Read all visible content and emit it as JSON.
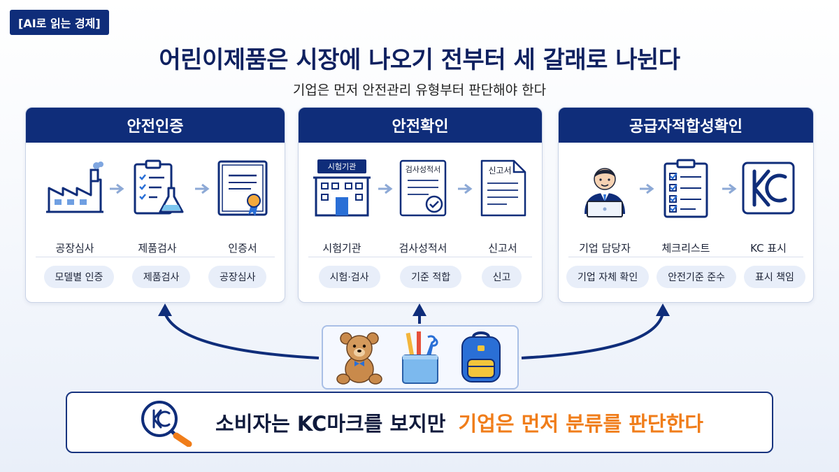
{
  "tag": "[AI로 읽는 경제]",
  "title": "어린이제품은 시장에 나오기 전부터 세 갈래로 나뉜다",
  "subtitle": "기업은 먼저 안전관리 유형부터 판단해야 한다",
  "cards": [
    {
      "title": "안전인증",
      "steps": [
        {
          "label": "공장심사",
          "icon": "factory-icon"
        },
        {
          "label": "제품검사",
          "icon": "checklist-flask-icon"
        },
        {
          "label": "인증서",
          "icon": "certificate-icon"
        }
      ],
      "pills": [
        "모델별 인증",
        "제품검사",
        "공장심사"
      ]
    },
    {
      "title": "안전확인",
      "steps": [
        {
          "label": "시험기관",
          "icon": "building-icon",
          "sign": "시험기관"
        },
        {
          "label": "검사성적서",
          "icon": "report-icon",
          "doc_text": "검사성적서"
        },
        {
          "label": "신고서",
          "icon": "document-icon",
          "doc_text": "신고서"
        }
      ],
      "pills": [
        "시험·검사",
        "기준 적합",
        "신고"
      ]
    },
    {
      "title": "공급자적합성확인",
      "steps": [
        {
          "label": "기업 담당자",
          "icon": "person-laptop-icon"
        },
        {
          "label": "체크리스트",
          "icon": "checklist-icon"
        },
        {
          "label": "KC 표시",
          "icon": "kc-mark-icon"
        }
      ],
      "pills": [
        "기업 자체 확인",
        "안전기준 준수",
        "표시 책임"
      ]
    }
  ],
  "products": [
    "teddy-bear-icon",
    "pencil-cup-icon",
    "backpack-icon"
  ],
  "bottom": {
    "text_main": "소비자는 KC마크를 보지만",
    "text_highlight": "기업은 먼저 분류를 판단한다",
    "icon": "kc-magnifier-icon"
  },
  "colors": {
    "navy": "#0f2d7a",
    "accent_orange": "#f07d1a",
    "pill_bg": "#e8eef9"
  }
}
